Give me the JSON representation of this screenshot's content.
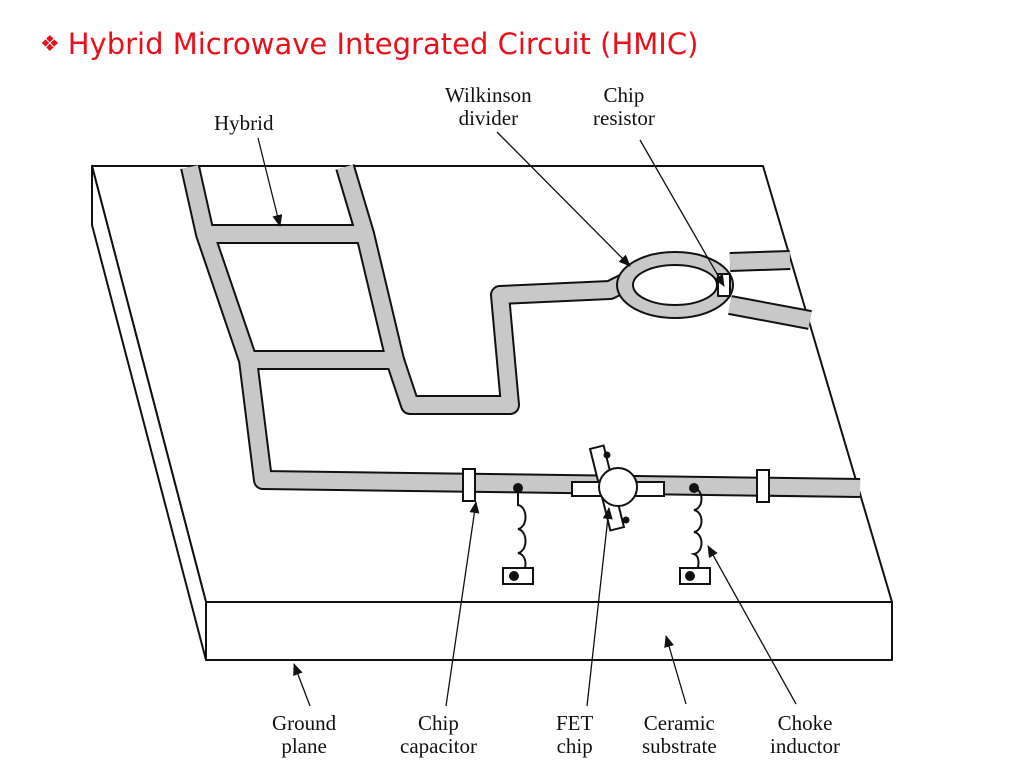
{
  "page": {
    "bullet_icon": "diamond-bullet-icon",
    "title": "Hybrid Microwave Integrated Circuit (HMIC)",
    "title_color": "#e8111b"
  },
  "diagram": {
    "labels": {
      "hybrid": "Hybrid",
      "wilkinson_divider": [
        "Wilkinson",
        "divider"
      ],
      "chip_resistor": [
        "Chip",
        "resistor"
      ],
      "ground_plane": [
        "Ground",
        "plane"
      ],
      "chip_capacitor": [
        "Chip",
        "capacitor"
      ],
      "fet_chip": [
        "FET",
        "chip"
      ],
      "ceramic_substrate": [
        "Ceramic",
        "substrate"
      ],
      "choke_inductor": [
        "Choke",
        "inductor"
      ]
    },
    "trace_color": "#c8c8c8"
  }
}
